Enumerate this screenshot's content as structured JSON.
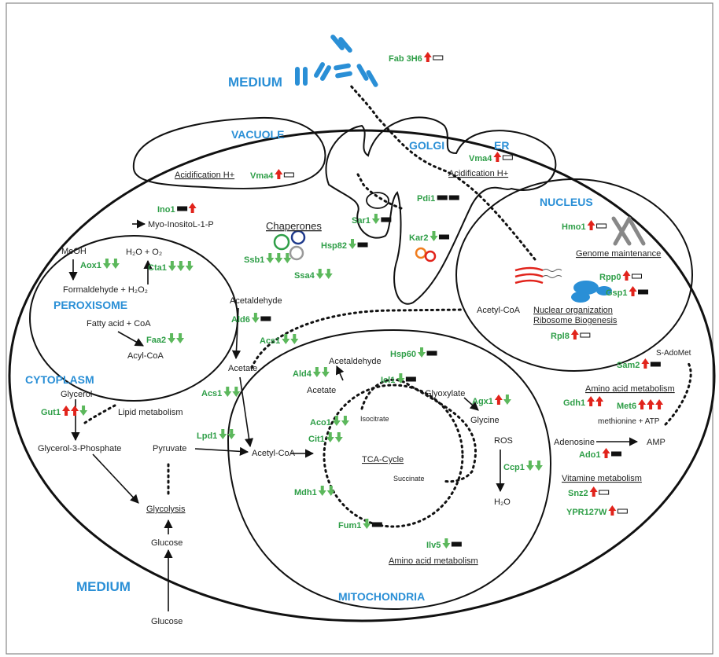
{
  "colors": {
    "up": "#e1231b",
    "down": "#5cb85c",
    "gene": "#2e9e47",
    "label": "#2a8fd6",
    "neutral_filled": "#111111",
    "neutral_empty": "#ffffff"
  },
  "compartments": {
    "medium_top": "MEDIUM",
    "medium_bottom": "MEDIUM",
    "vacuole": "VACUOLE",
    "golgi": "GOLGI",
    "er": "ER",
    "nucleus": "NUCLEUS",
    "peroxisome": "PEROXISOME",
    "cytoplasm": "CYTOPLASM",
    "mitochondria": "MITOCHONDRIA"
  },
  "texts": {
    "vac_acid": "Acidification H+",
    "er_acid": "Acidification H+",
    "myo": "Myo-InositoL-1-P",
    "chaperones": "Chaperones",
    "meoh": "MeOH",
    "h2o_o2": "H₂O + O₂",
    "formaldehyde": "Formaldehyde + H₂O₂",
    "fatty_acid": "Fatty acid + CoA",
    "acyl_coa": "Acyl-CoA",
    "acetaldehyde_cyto": "Acetaldehyde",
    "acetate_cyto": "Acetate",
    "acetyl_coa_nuc": "Acetyl-CoA",
    "genome": "Genome maintenance",
    "nuc_org": "Nuclear organization",
    "ribo": "Ribosome Biogenesis",
    "glycerol": "Glycerol",
    "lipid": "Lipid metabolism",
    "g3p": "Glycerol-3-Phosphate",
    "pyruvate": "Pyruvate",
    "glycolysis": "Glycolysis",
    "glucose_in": "Glucose",
    "glucose_out": "Glucose",
    "acetyl_coa_mito": "Acetyl-CoA",
    "acetaldehyde_mito": "Acetaldehyde",
    "acetate_mito": "Acetate",
    "glyoxylate": "Glyoxylate",
    "glycine": "Glycine",
    "isocitrate": "Isocitrate",
    "tca": "TCA-Cycle",
    "succinate": "Succinate",
    "ros": "ROS",
    "h2o": "H₂O",
    "aa_mito": "Amino acid metabolism",
    "s_adomet": "S-AdoMet",
    "aa_cyto": "Amino acid metabolism",
    "methionine": "methionine  + ATP",
    "adenosine": "Adenosine",
    "amp": "AMP",
    "vitamine": "Vitamine metabolism"
  },
  "genes": [
    {
      "id": "fab",
      "name": "Fab 3H6",
      "ind": [
        "up",
        "empty"
      ]
    },
    {
      "id": "vma4v",
      "name": "Vma4",
      "ind": [
        "up",
        "empty"
      ]
    },
    {
      "id": "vma4e",
      "name": "Vma4",
      "ind": [
        "up",
        "empty"
      ]
    },
    {
      "id": "ino1",
      "name": "Ino1",
      "ind": [
        "filled",
        "up"
      ]
    },
    {
      "id": "pdi1",
      "name": "Pdi1",
      "ind": [
        "filled",
        "filled"
      ]
    },
    {
      "id": "sar1",
      "name": "Sar1",
      "ind": [
        "down",
        "filled"
      ]
    },
    {
      "id": "hsp82",
      "name": "Hsp82",
      "ind": [
        "down",
        "filled"
      ]
    },
    {
      "id": "kar2",
      "name": "Kar2",
      "ind": [
        "down",
        "filled"
      ]
    },
    {
      "id": "ssb1",
      "name": "Ssb1",
      "ind": [
        "down",
        "down",
        "down"
      ]
    },
    {
      "id": "ssa4",
      "name": "Ssa4",
      "ind": [
        "down",
        "down"
      ]
    },
    {
      "id": "hmo1",
      "name": "Hmo1",
      "ind": [
        "up",
        "empty"
      ]
    },
    {
      "id": "rpp0",
      "name": "Rpp0",
      "ind": [
        "up",
        "empty"
      ]
    },
    {
      "id": "gsp1",
      "name": "Gsp1",
      "ind": [
        "up",
        "filled"
      ]
    },
    {
      "id": "rpl8",
      "name": "Rpl8",
      "ind": [
        "up",
        "empty"
      ]
    },
    {
      "id": "aox1",
      "name": "Aox1",
      "ind": [
        "down",
        "down"
      ]
    },
    {
      "id": "cta1",
      "name": "Cta1",
      "ind": [
        "down",
        "down",
        "down"
      ]
    },
    {
      "id": "faa2",
      "name": "Faa2",
      "ind": [
        "down",
        "down"
      ]
    },
    {
      "id": "ald6",
      "name": "Ald6",
      "ind": [
        "down",
        "filled"
      ]
    },
    {
      "id": "acs1a",
      "name": "Acs1",
      "ind": [
        "down",
        "down"
      ]
    },
    {
      "id": "acs1b",
      "name": "Acs1",
      "ind": [
        "down",
        "down"
      ]
    },
    {
      "id": "hsp60",
      "name": "Hsp60",
      "ind": [
        "down",
        "filled"
      ]
    },
    {
      "id": "ald4",
      "name": "Ald4",
      "ind": [
        "down",
        "down"
      ]
    },
    {
      "id": "icl1",
      "name": "Icl1",
      "ind": [
        "down",
        "filled"
      ]
    },
    {
      "id": "agx1",
      "name": "Agx1",
      "ind": [
        "up",
        "down"
      ]
    },
    {
      "id": "gut1",
      "name": "Gut1",
      "ind": [
        "up",
        "up",
        "down"
      ]
    },
    {
      "id": "lpd1",
      "name": "Lpd1",
      "ind": [
        "down",
        "down"
      ]
    },
    {
      "id": "aco1",
      "name": "Aco1",
      "ind": [
        "down",
        "down"
      ]
    },
    {
      "id": "cit1",
      "name": "Cit1",
      "ind": [
        "down",
        "down"
      ]
    },
    {
      "id": "mdh1",
      "name": "Mdh1",
      "ind": [
        "down",
        "down"
      ]
    },
    {
      "id": "fum1",
      "name": "Fum1",
      "ind": [
        "down",
        "filled"
      ]
    },
    {
      "id": "ccp1",
      "name": "Ccp1",
      "ind": [
        "down",
        "down"
      ]
    },
    {
      "id": "ilv5",
      "name": "Ilv5",
      "ind": [
        "down",
        "filled"
      ]
    },
    {
      "id": "sam2",
      "name": "Sam2",
      "ind": [
        "up",
        "filled"
      ]
    },
    {
      "id": "gdh1",
      "name": "Gdh1",
      "ind": [
        "up",
        "up"
      ]
    },
    {
      "id": "met6",
      "name": "Met6",
      "ind": [
        "up",
        "up",
        "up"
      ]
    },
    {
      "id": "ado1",
      "name": "Ado1",
      "ind": [
        "up",
        "filled"
      ]
    },
    {
      "id": "snz2",
      "name": "Snz2",
      "ind": [
        "up",
        "empty"
      ]
    },
    {
      "id": "ypr127w",
      "name": "YPR127W",
      "ind": [
        "up",
        "empty"
      ]
    }
  ]
}
